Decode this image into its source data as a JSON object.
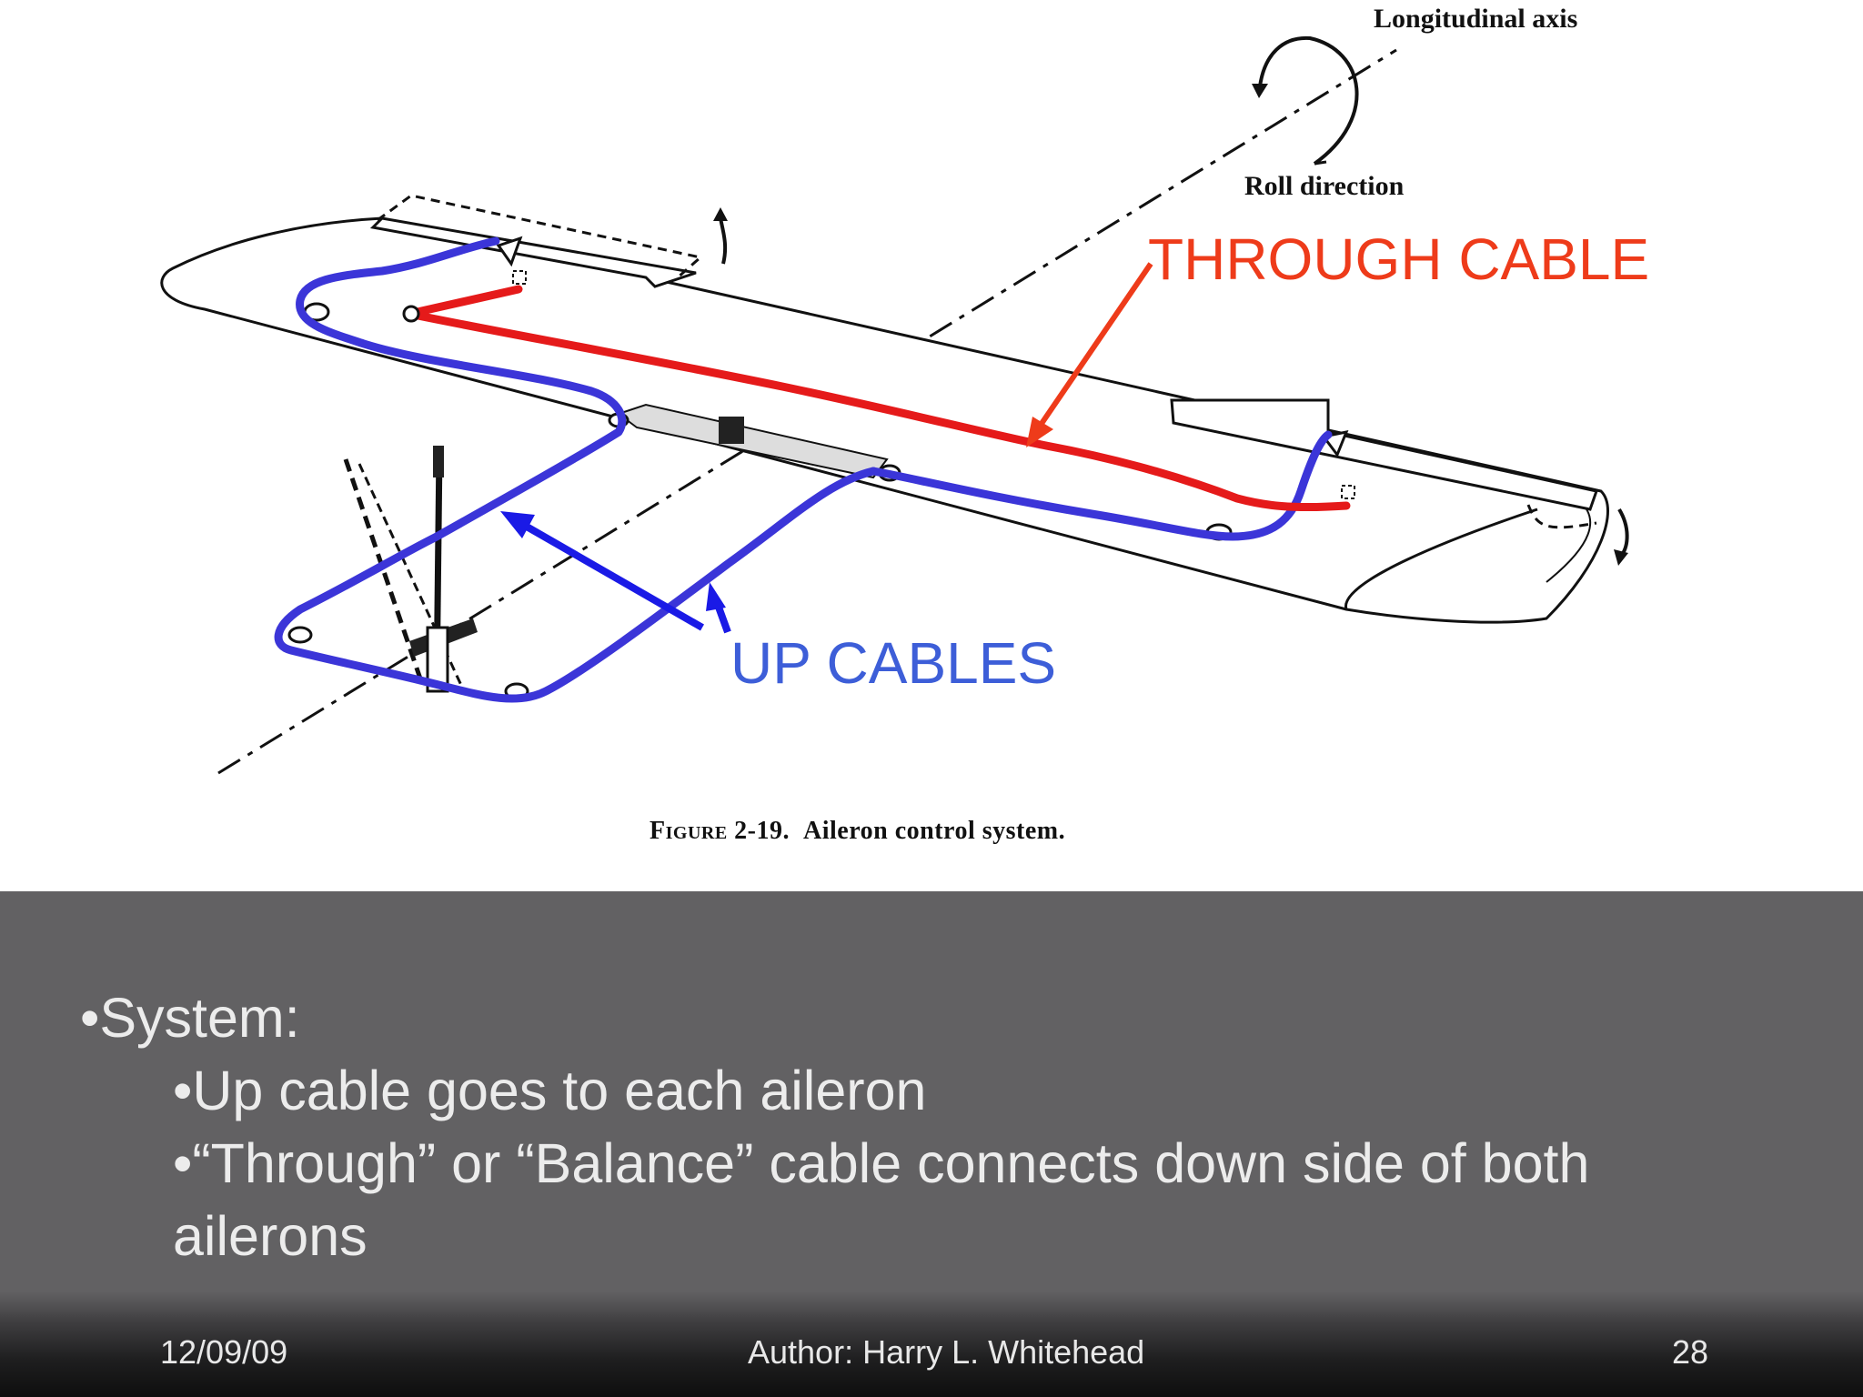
{
  "diagram": {
    "axis_label": "Longitudinal axis",
    "roll_label": "Roll direction",
    "through_cable_label": "THROUGH CABLE",
    "up_cables_label": "UP CABLES",
    "caption_figure": "Figure 2-19.",
    "caption_text": "Aileron control system.",
    "through_color": "#ee3b1a",
    "up_color": "#3d5ed8"
  },
  "bullets": {
    "system": "•System:",
    "up_cable": "•Up cable goes to each aileron",
    "through_cable_line1": "•“Through” or “Balance” cable connects down side of both",
    "through_cable_line2": "ailerons"
  },
  "footer": {
    "date": "12/09/09",
    "author": "Author:  Harry L. Whitehead",
    "page": "28"
  }
}
